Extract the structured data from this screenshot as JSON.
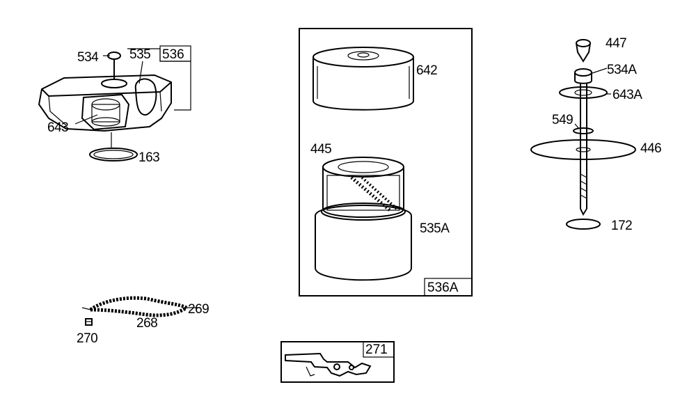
{
  "labels": {
    "p534": "534",
    "p535": "535",
    "p536": "536",
    "p643": "643",
    "p163": "163",
    "p642": "642",
    "p445": "445",
    "p535A": "535A",
    "p536A": "536A",
    "p447": "447",
    "p534A": "534A",
    "p643A": "643A",
    "p549": "549",
    "p446": "446",
    "p172": "172",
    "p269": "269",
    "p268": "268",
    "p270": "270",
    "p271": "271"
  }
}
